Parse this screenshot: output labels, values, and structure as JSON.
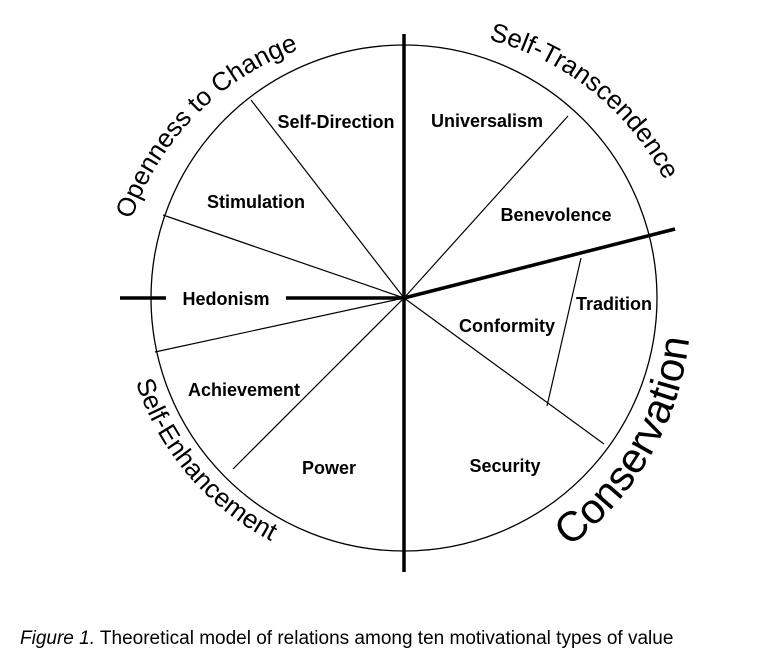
{
  "segments": {
    "self_direction": "Self-Direction",
    "universalism": "Universalism",
    "benevolence": "Benevolence",
    "tradition": "Tradition",
    "conformity": "Conformity",
    "security": "Security",
    "power": "Power",
    "achievement": "Achievement",
    "hedonism": "Hedonism",
    "stimulation": "Stimulation"
  },
  "higher_order": {
    "openness": "Openness to Change",
    "self_transcendence": "Self-Transcendence",
    "conservation": "Conservation",
    "self_enhancement": "Self-Enhancement"
  },
  "caption": {
    "figure_label": "Figure 1.",
    "text": " Theoretical model of relations among ten motivational types of value"
  },
  "colors": {
    "ink": "#000000",
    "background": "#ffffff"
  }
}
